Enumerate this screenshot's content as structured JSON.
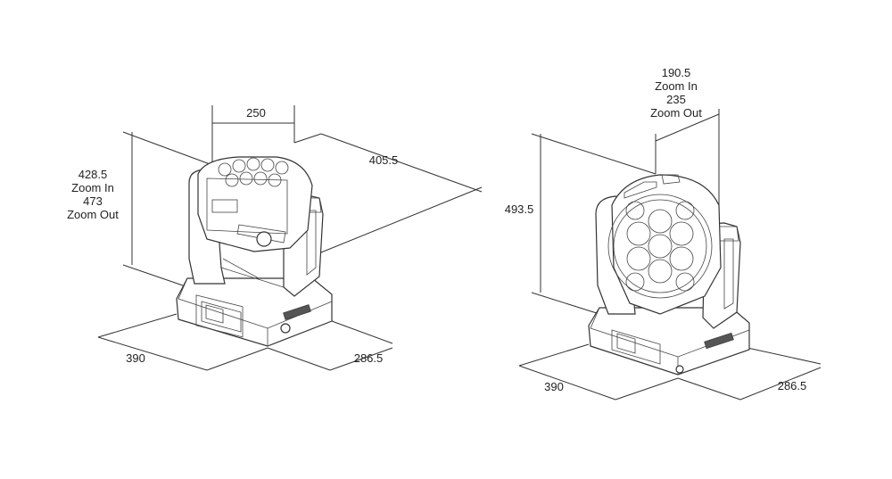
{
  "left_view": {
    "width_label": "250",
    "depth_label": "405.5",
    "height_lines": [
      "428.5",
      "Zoom In",
      "473",
      "Zoom Out"
    ],
    "base_front_label": "390",
    "base_side_label": "286.5"
  },
  "right_view": {
    "width_lines": [
      "190.5",
      "Zoom In",
      "235",
      "Zoom Out"
    ],
    "height_label": "493.5",
    "base_front_label": "390",
    "base_side_label": "286.5"
  }
}
